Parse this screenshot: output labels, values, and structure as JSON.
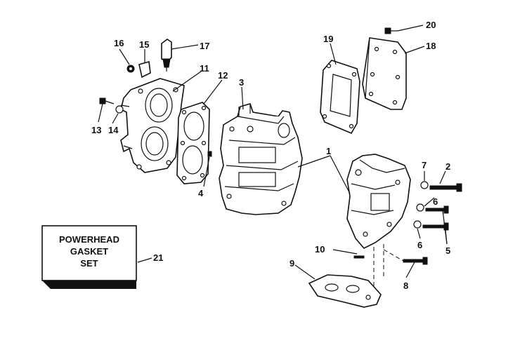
{
  "callouts": {
    "c1": "1",
    "c2": "2",
    "c3": "3",
    "c4": "4",
    "c5": "5",
    "c6a": "6",
    "c6b": "6",
    "c7": "7",
    "c8": "8",
    "c9": "9",
    "c10": "10",
    "c11": "11",
    "c12": "12",
    "c13": "13",
    "c14": "14",
    "c15": "15",
    "c16": "16",
    "c17": "17",
    "c18": "18",
    "c19": "19",
    "c20": "20",
    "c21": "21"
  },
  "kit_box": {
    "line1": "POWERHEAD",
    "line2": "GASKET",
    "line3": "SET"
  }
}
